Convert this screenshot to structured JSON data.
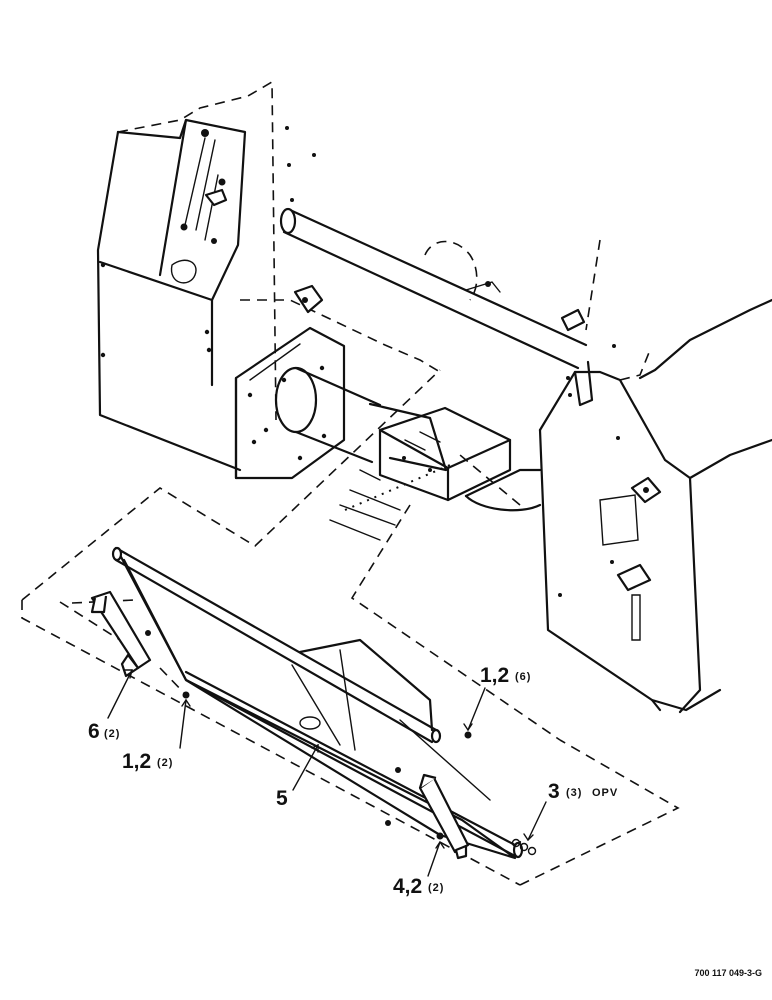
{
  "callouts": {
    "c6": {
      "main": "6",
      "qty": "(2)"
    },
    "c12a": {
      "main": "1,2",
      "qty": "(2)"
    },
    "c12b": {
      "main": "1,2",
      "qty": "(6)"
    },
    "c5": {
      "main": "5"
    },
    "c3": {
      "main": "3",
      "qty": "(3)",
      "note": "OPV"
    },
    "c42": {
      "main": "4,2",
      "qty": "(2)"
    }
  },
  "drawing_number": "700 117 049-3-G"
}
